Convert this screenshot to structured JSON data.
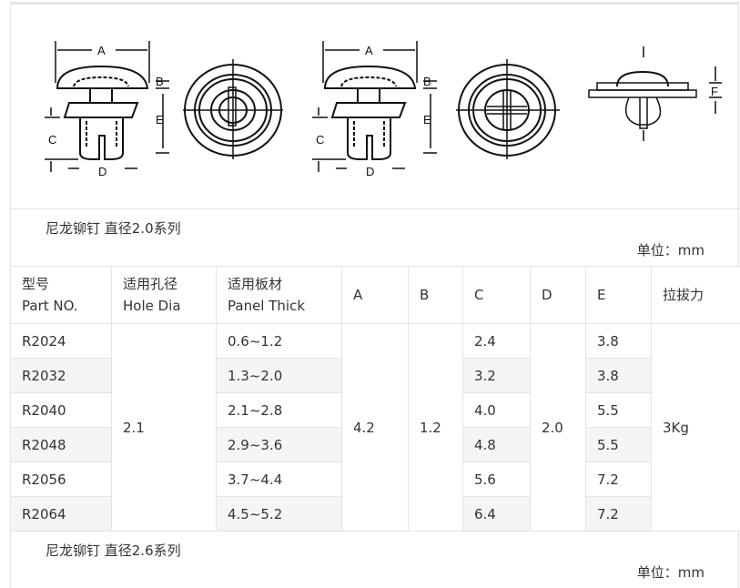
{
  "figure": {
    "labels": {
      "a": "A",
      "b": "B",
      "c": "C",
      "d": "D",
      "e": "E",
      "f": "F"
    }
  },
  "series1": {
    "title": "尼龙铆钉 直径2.0系列",
    "unit": "单位：mm"
  },
  "series2": {
    "title": "尼龙铆钉 直径2.6系列",
    "unit": "单位：mm"
  },
  "headers": [
    [
      "型号",
      "Part NO."
    ],
    [
      "适用孔径",
      "Hole Dia"
    ],
    [
      "适用板材",
      "Panel Thick"
    ],
    [
      "A"
    ],
    [
      "B"
    ],
    [
      "C"
    ],
    [
      "D"
    ],
    [
      "E"
    ],
    [
      "拉拔力"
    ]
  ],
  "shared": {
    "hole": "2.1",
    "a": "4.2",
    "b": "1.2",
    "d": "2.0",
    "force": "3Kg"
  },
  "rows": [
    {
      "part": "R2024",
      "panel": "0.6~1.2",
      "c": "2.4",
      "e": "3.8"
    },
    {
      "part": "R2032",
      "panel": "1.3~2.0",
      "c": "3.2",
      "e": "3.8"
    },
    {
      "part": "R2040",
      "panel": "2.1~2.8",
      "c": "4.0",
      "e": "5.5"
    },
    {
      "part": "R2048",
      "panel": "2.9~3.6",
      "c": "4.8",
      "e": "5.5"
    },
    {
      "part": "R2056",
      "panel": "3.7~4.4",
      "c": "5.6",
      "e": "7.2"
    },
    {
      "part": "R2064",
      "panel": "4.5~5.2",
      "c": "6.4",
      "e": "7.2"
    }
  ]
}
